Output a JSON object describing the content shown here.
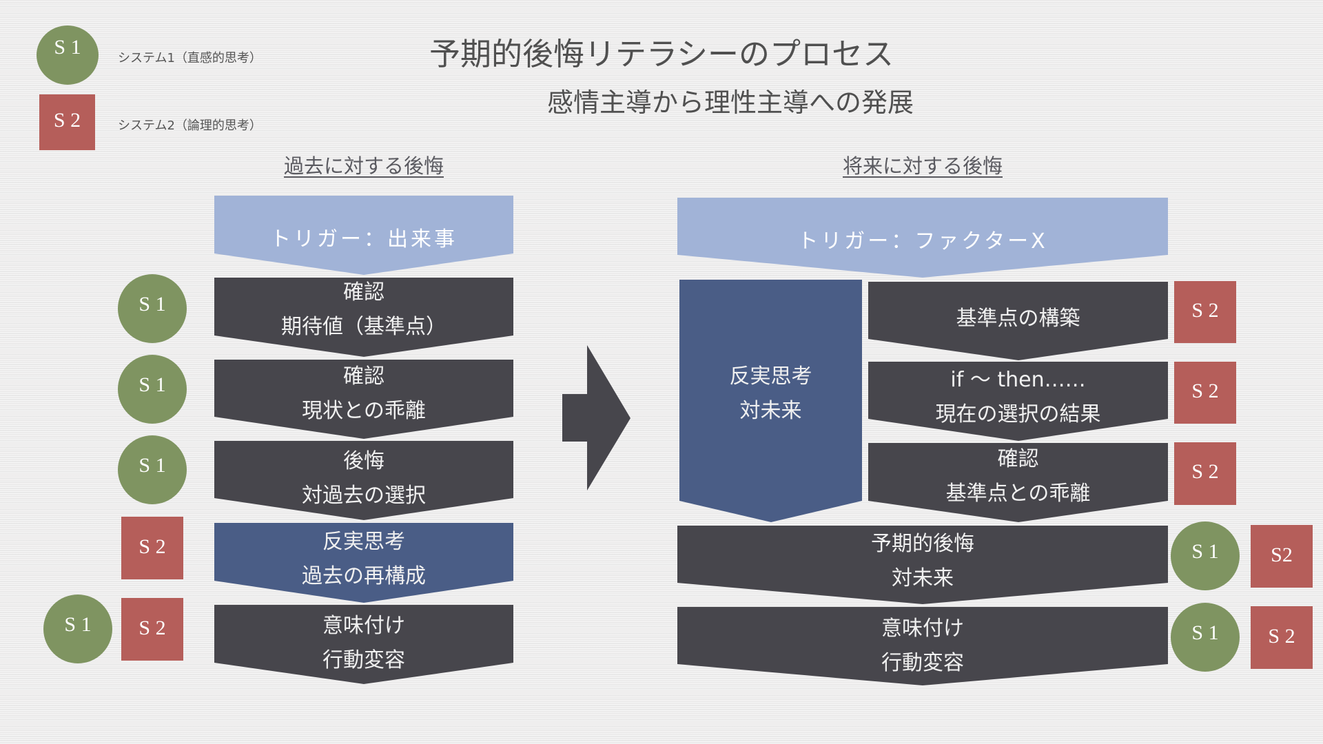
{
  "header": {
    "title": "予期的後悔リテラシーのプロセス",
    "subtitle": "感情主導から理性主導への発展"
  },
  "legend": {
    "s1": {
      "badge": "S 1",
      "label": "システム1（直感的思考）",
      "color": "#7f9461"
    },
    "s2": {
      "badge": "S 2",
      "label": "システム2（論理的思考）",
      "color": "#b55e5a"
    }
  },
  "colors": {
    "trigger": "#a1b3d7",
    "step": "#47464c",
    "counterfactual": "#4a5d86",
    "text_on_shape": "#f0f0f0"
  },
  "past": {
    "heading": "過去に対する後悔",
    "trigger": "トリガー：出来事",
    "steps": [
      {
        "line1": "確認",
        "line2": "期待値（基準点）",
        "type": "step",
        "badges": [
          "S 1"
        ]
      },
      {
        "line1": "確認",
        "line2": "現状との乖離",
        "type": "step",
        "badges": [
          "S 1"
        ]
      },
      {
        "line1": "後悔",
        "line2": "対過去の選択",
        "type": "step",
        "badges": [
          "S 1"
        ]
      },
      {
        "line1": "反実思考",
        "line2": "過去の再構成",
        "type": "counterfactual",
        "badges": [
          "S 2"
        ]
      },
      {
        "line1": "意味付け",
        "line2": "行動変容",
        "type": "step",
        "badges": [
          "S 1",
          "S 2"
        ]
      }
    ]
  },
  "transition_arrow": "right-arrow-icon",
  "future": {
    "heading": "将来に対する後悔",
    "trigger": "トリガー：ファクターX",
    "counterfactual": {
      "line1": "反実思考",
      "line2": "対未来"
    },
    "substeps": [
      {
        "line1": "基準点の構築",
        "line2": "",
        "badges": [
          "S 2"
        ]
      },
      {
        "line1": "if 〜 then……",
        "line2": "現在の選択の結果",
        "badges": [
          "S 2"
        ]
      },
      {
        "line1": "確認",
        "line2": "基準点との乖離",
        "badges": [
          "S 2"
        ]
      }
    ],
    "steps": [
      {
        "line1": "予期的後悔",
        "line2": "対未来",
        "badges": [
          "S 1",
          "S2"
        ]
      },
      {
        "line1": "意味付け",
        "line2": "行動変容",
        "badges": [
          "S 1",
          "S 2"
        ]
      }
    ]
  }
}
